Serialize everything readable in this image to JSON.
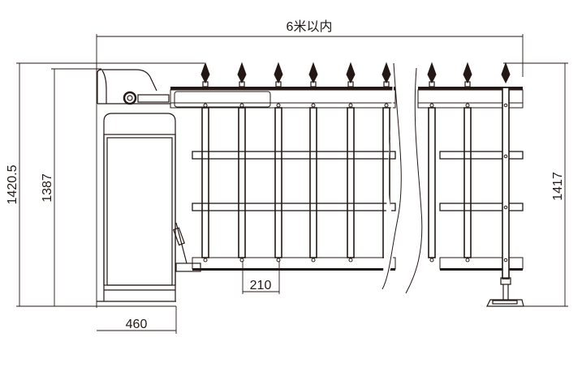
{
  "dimensions": {
    "span": "6米以内",
    "total_height": "1420.5",
    "cabinet_height": "1387",
    "boom_height": "1417",
    "cabinet_width": "460",
    "picket_spacing": "210"
  },
  "colors": {
    "line": "#231815",
    "background": "#ffffff"
  }
}
